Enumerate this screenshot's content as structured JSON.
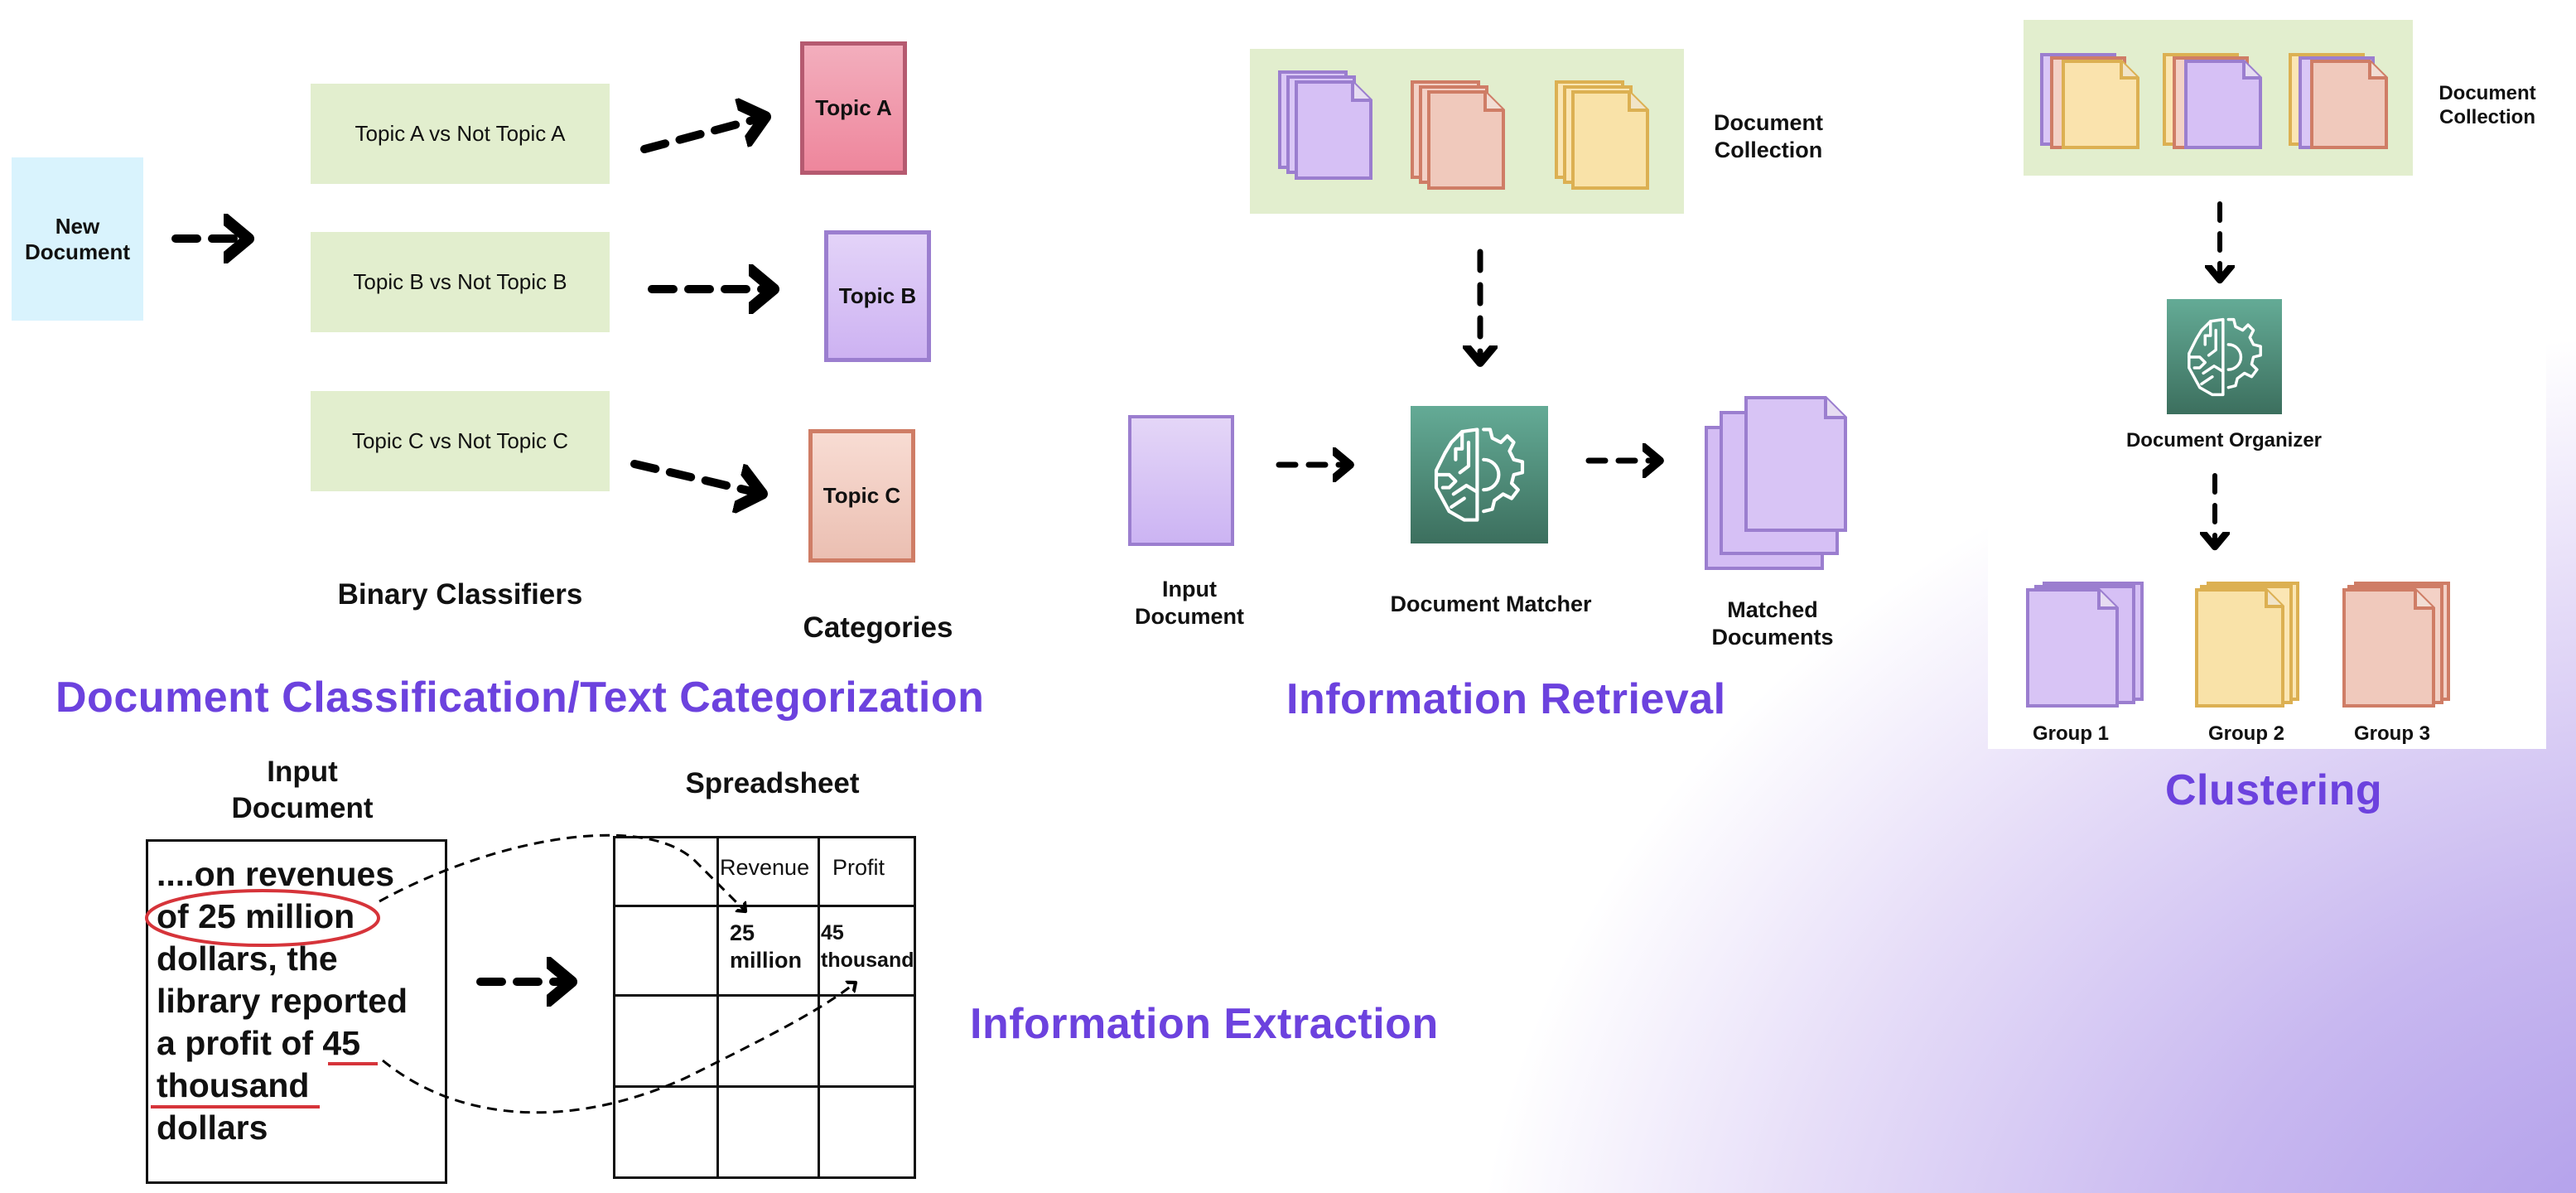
{
  "colors": {
    "heading": "#6c42de",
    "classifier_box": "#e2eece",
    "new_document_box": "#d9f3fd",
    "topic_a_fill": "#ee8aa0",
    "topic_a_border": "#b55a70",
    "topic_b_fill": "#d4bdf4",
    "topic_b_border": "#9b7ecf",
    "topic_c_fill": "#f1cbbf",
    "topic_c_border": "#cf7d66",
    "icon_tile": "#4e8d78",
    "annotation_red": "#d6343a"
  },
  "classification": {
    "heading": "Document Classification/Text Categorization",
    "new_document": [
      "New",
      "Document"
    ],
    "classifiers": [
      "Topic A vs Not Topic A",
      "Topic B vs Not Topic B",
      "Topic C vs Not Topic C"
    ],
    "categories": [
      "Topic A",
      "Topic B",
      "Topic C"
    ],
    "classifiers_label": "Binary Classifiers",
    "categories_label": "Categories"
  },
  "retrieval": {
    "heading": "Information Retrieval",
    "collection_label": [
      "Document",
      "Collection"
    ],
    "input_label": [
      "Input",
      "Document"
    ],
    "matcher_label": "Document Matcher",
    "matched_label": [
      "Matched",
      "Documents"
    ],
    "collection_doc_colors": [
      "purple",
      "red",
      "yellow"
    ]
  },
  "clustering": {
    "heading": "Clustering",
    "collection_label": [
      "Document",
      "Collection"
    ],
    "organizer_label": "Document Organizer",
    "groups": [
      "Group 1",
      "Group 2",
      "Group 3"
    ]
  },
  "extraction": {
    "heading": "Information Extraction",
    "input_title": [
      "Input",
      "Document"
    ],
    "spreadsheet_title": "Spreadsheet",
    "document_lines": [
      "....on revenues",
      "of 25 million",
      "dollars, the",
      "library reported",
      "a profit of 45",
      "thousand",
      "dollars"
    ],
    "highlighted": [
      "25 million",
      "45 thousand"
    ],
    "table_headers": [
      "",
      "Revenue",
      "Profit"
    ],
    "table_rows": [
      [
        "",
        "25 million",
        "45 thousand"
      ],
      [
        "",
        "",
        ""
      ],
      [
        "",
        "",
        ""
      ]
    ]
  }
}
